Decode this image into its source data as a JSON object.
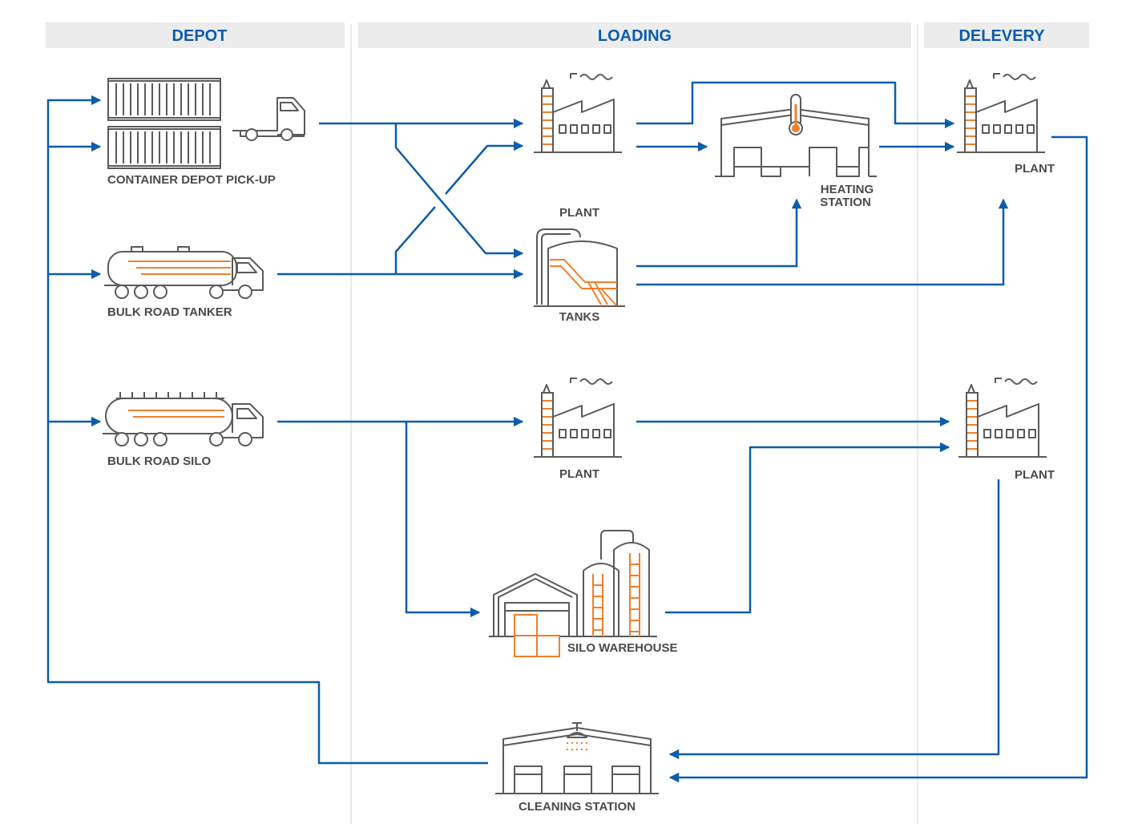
{
  "headers": {
    "depot": "DEPOT",
    "loading": "LOADING",
    "delivery": "DELEVERY"
  },
  "labels": {
    "container_depot": "CONTAINER DEPOT PICK-UP",
    "bulk_road_tanker": "BULK ROAD TANKER",
    "bulk_road_silo": "BULK ROAD SILO",
    "plant_top_header": "PLANT",
    "tanks": "TANKS",
    "heating_station_l1": "HEATING",
    "heating_station_l2": "STATION",
    "plant_delivery_top": "PLANT",
    "plant_loading_mid": "PLANT",
    "plant_delivery_mid": "PLANT",
    "silo_warehouse": "SILO WAREHOUSE",
    "cleaning_station": "CLEANING STATION"
  },
  "colors": {
    "flow_line": "#0b5cab",
    "icon_stroke": "#5a5a5a",
    "accent": "#f07f2c",
    "header_band": "#ececec"
  },
  "icons": [
    "container-icon",
    "truck-cab-icon",
    "tanker-truck-icon",
    "silo-truck-icon",
    "factory-icon",
    "tank-icon",
    "heating-station-icon",
    "silo-warehouse-icon",
    "cleaning-station-icon"
  ]
}
